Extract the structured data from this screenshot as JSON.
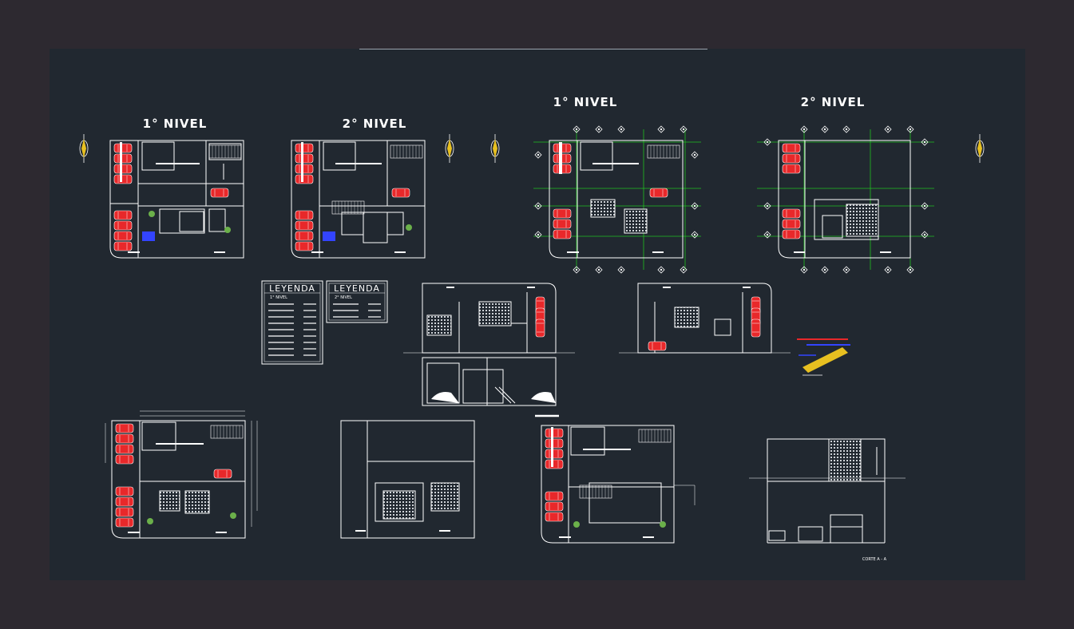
{
  "titles": {
    "plan1": "1° NIVEL",
    "plan2": "2° NIVEL",
    "plan3": "1° NIVEL",
    "plan4": "2° NIVEL"
  },
  "legends": [
    {
      "title": "LEYENDA",
      "subtitle": "1° NIVEL"
    },
    {
      "title": "LEYENDA",
      "subtitle": "2° NIVEL"
    }
  ],
  "section_label": "CORTE A - A",
  "colors": {
    "background": "#212830",
    "frame": "#2d2930",
    "lines": "#ffffff",
    "cars": "#e8282a",
    "grid": "#20c020",
    "accent_blue": "#3344ff",
    "accent_yellow": "#e8c020"
  }
}
